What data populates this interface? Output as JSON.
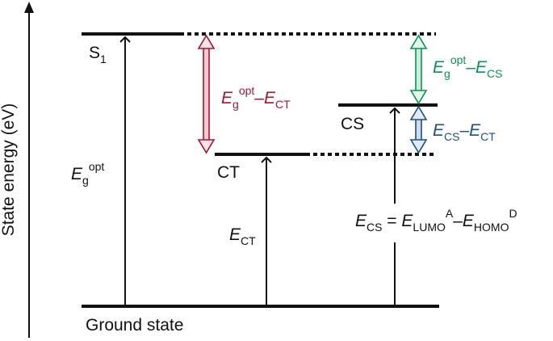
{
  "axis": {
    "ylabel": "State energy (eV)"
  },
  "states": {
    "s1": {
      "label_main": "S",
      "label_sub": "1"
    },
    "ct": {
      "label": "CT"
    },
    "cs": {
      "label": "CS"
    },
    "ground": {
      "label": "Ground state"
    }
  },
  "transitions": {
    "eg_opt": {
      "symbol": "E",
      "sub": "g",
      "sup": "opt"
    },
    "e_ct": {
      "symbol": "E",
      "sub": "CT"
    },
    "e_cs_eq": {
      "lhs": "E",
      "lhs_sub": "CS",
      "eq": " = ",
      "e1": "E",
      "e1_sub": "LUMO",
      "e1_sup": "A",
      "minus": "–",
      "e2": "E",
      "e2_sub": "HOMO",
      "e2_sup": "D"
    }
  },
  "gaps": {
    "eg_minus_ect": {
      "e1": "E",
      "e1_sub": "g",
      "e1_sup": "opt",
      "minus": "–",
      "e2": "E",
      "e2_sub": "CT",
      "color": "#9c1a34"
    },
    "eg_minus_ecs": {
      "e1": "E",
      "e1_sub": "g",
      "e1_sup": "opt",
      "minus": "–",
      "e2": "E",
      "e2_sub": "CS",
      "color": "#0f9150"
    },
    "ecs_minus_ect": {
      "e1": "E",
      "e1_sub": "CS",
      "minus": "–",
      "e2": "E",
      "e2_sub": "CT",
      "color": "#1f4f80"
    }
  }
}
